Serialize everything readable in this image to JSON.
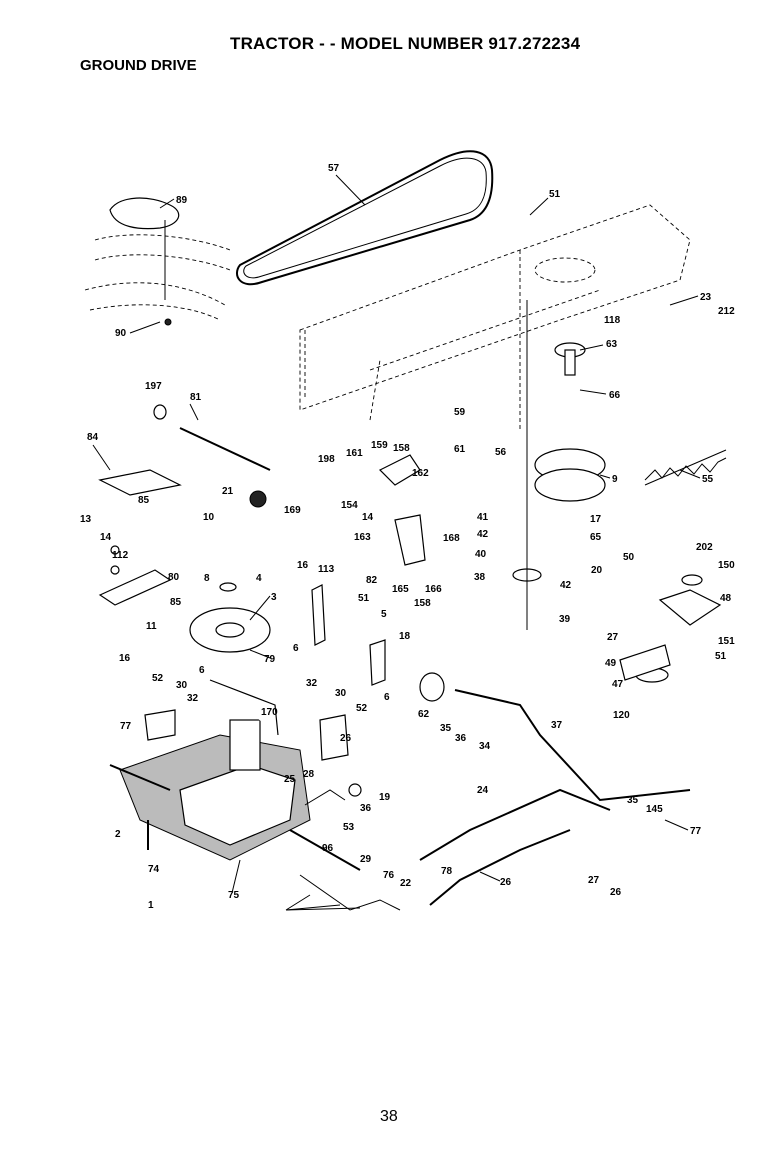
{
  "header": {
    "title": "TRACTOR - - MODEL NUMBER 917.272234",
    "subtitle": "GROUND DRIVE"
  },
  "footer": {
    "page_number": "38"
  },
  "callouts": [
    "89",
    "90",
    "57",
    "51",
    "23",
    "212",
    "118",
    "63",
    "197",
    "81",
    "84",
    "66",
    "59",
    "61",
    "56",
    "198",
    "161",
    "159",
    "158",
    "162",
    "55",
    "9",
    "85",
    "21",
    "169",
    "154",
    "14",
    "13",
    "17",
    "41",
    "42",
    "65",
    "10",
    "163",
    "168",
    "112",
    "14",
    "40",
    "202",
    "20",
    "50",
    "150",
    "80",
    "8",
    "4",
    "16",
    "113",
    "82",
    "165",
    "166",
    "38",
    "42",
    "48",
    "85",
    "51",
    "3",
    "158",
    "11",
    "5",
    "39",
    "6",
    "18",
    "27",
    "151",
    "16",
    "79",
    "51",
    "6",
    "52",
    "30",
    "32",
    "49",
    "32",
    "30",
    "170",
    "62",
    "47",
    "52",
    "6",
    "77",
    "35",
    "36",
    "34",
    "37",
    "120",
    "26",
    "25",
    "28",
    "24",
    "19",
    "36",
    "35",
    "145",
    "2",
    "53",
    "77",
    "96",
    "74",
    "29",
    "78",
    "76",
    "22",
    "26",
    "27",
    "26",
    "1",
    "75"
  ]
}
